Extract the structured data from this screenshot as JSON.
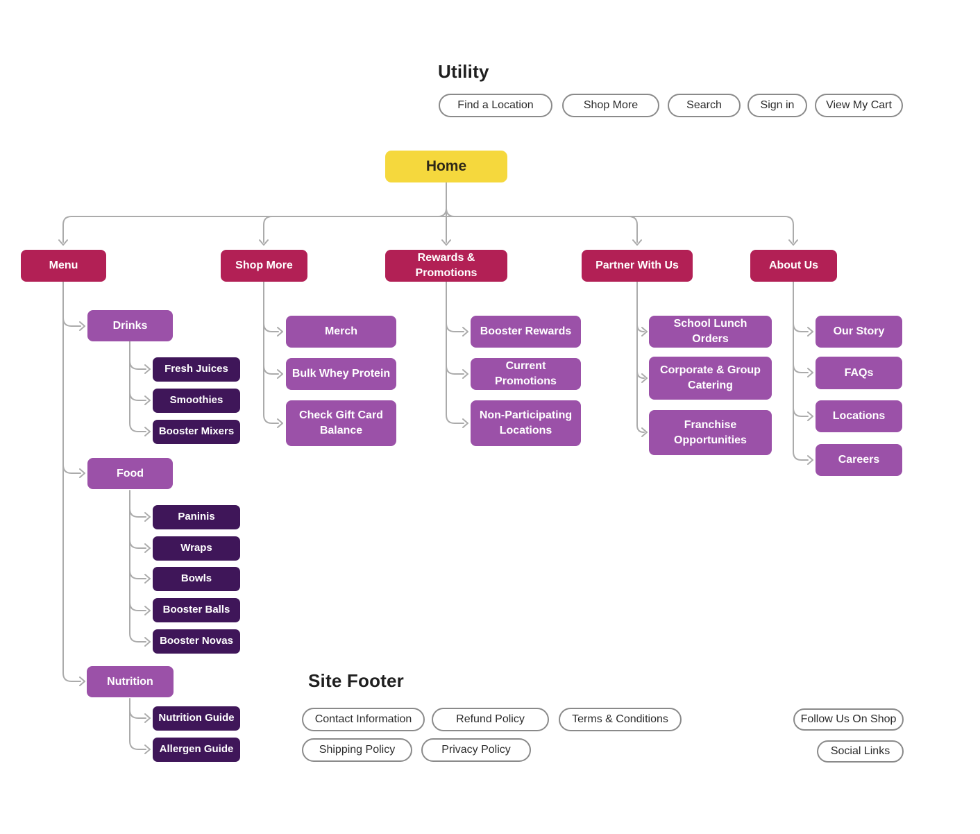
{
  "utility": {
    "heading": "Utility",
    "buttons": [
      "Find a Location",
      "Shop More",
      "Search",
      "Sign in",
      "View My Cart"
    ]
  },
  "home": {
    "label": "Home"
  },
  "branches": {
    "menu": {
      "label": "Menu"
    },
    "shop_more": {
      "label": "Shop More"
    },
    "rewards": {
      "label": "Rewards & Promotions"
    },
    "partner": {
      "label": "Partner With Us"
    },
    "about": {
      "label": "About Us"
    }
  },
  "menu_children": {
    "drinks": {
      "label": "Drinks",
      "children": [
        "Fresh Juices",
        "Smoothies",
        "Booster Mixers"
      ]
    },
    "food": {
      "label": "Food",
      "children": [
        "Paninis",
        "Wraps",
        "Bowls",
        "Booster Balls",
        "Booster Novas"
      ]
    },
    "nutrition": {
      "label": "Nutrition",
      "children": [
        "Nutrition Guide",
        "Allergen Guide"
      ]
    }
  },
  "shop_more_children": [
    "Merch",
    "Bulk Whey Protein",
    "Check Gift Card Balance"
  ],
  "rewards_children": [
    "Booster Rewards",
    "Current Promotions",
    "Non-Participating Locations"
  ],
  "partner_children": [
    "School Lunch Orders",
    "Corporate & Group Catering",
    "Franchise Opportunities"
  ],
  "about_children": [
    "Our Story",
    "FAQs",
    "Locations",
    "Careers"
  ],
  "footer": {
    "heading": "Site Footer",
    "row1": [
      "Contact Information",
      "Refund Policy",
      "Terms & Conditions"
    ],
    "row2": [
      "Shipping Policy",
      "Privacy Policy"
    ],
    "right": [
      "Follow Us On Shop",
      "Social Links"
    ]
  },
  "colors": {
    "primary": "#B22055",
    "secondary": "#9B51A8",
    "tertiary": "#3F1659",
    "home": "#F5D83D",
    "connector": "#ABABAB",
    "pill-border": "#8A8A8A",
    "text": "#1F1F1F"
  }
}
